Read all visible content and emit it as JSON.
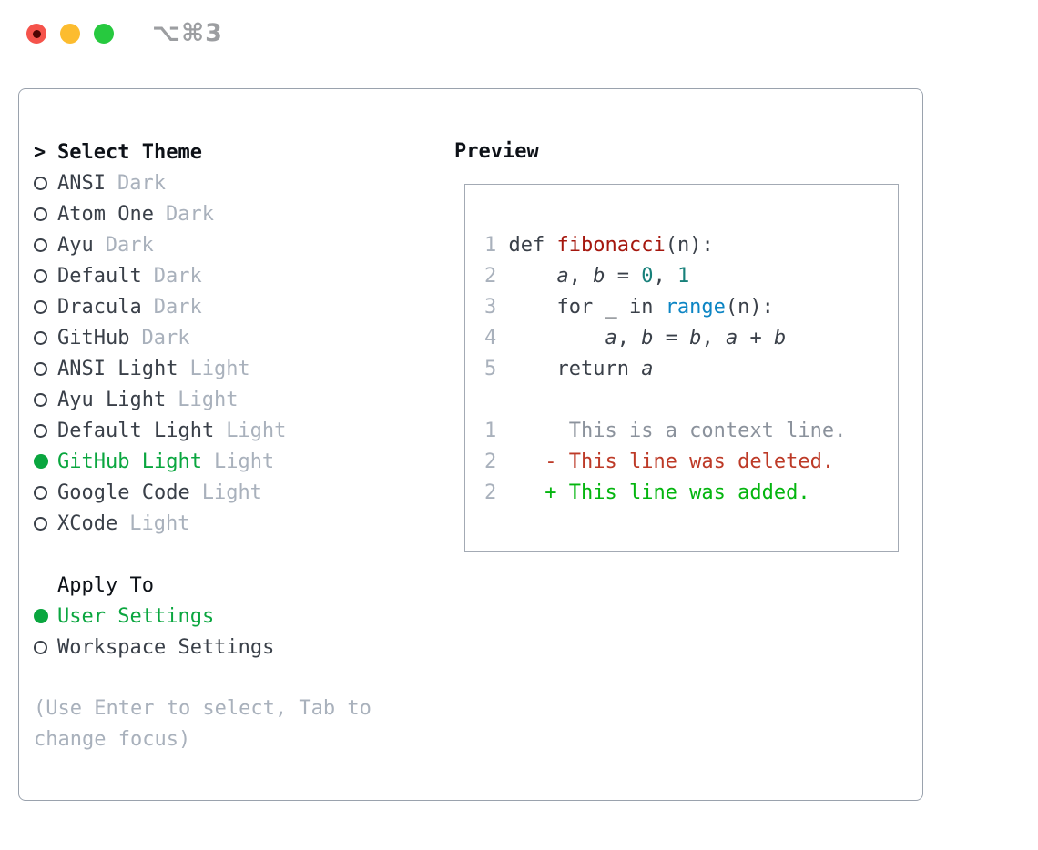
{
  "window": {
    "title": "⌥⌘3",
    "traffic_lights": [
      {
        "icon": "close-circle",
        "color": "#f5534b"
      },
      {
        "icon": "minimize-circle",
        "color": "#fcbc2f"
      },
      {
        "icon": "maximize-circle",
        "color": "#27c93f"
      }
    ]
  },
  "theme_panel": {
    "header_prefix": ">",
    "header_label": "Select Theme",
    "themes": [
      {
        "name": "ANSI",
        "tag": "Dark",
        "selected": false
      },
      {
        "name": "Atom One",
        "tag": "Dark",
        "selected": false
      },
      {
        "name": "Ayu",
        "tag": "Dark",
        "selected": false
      },
      {
        "name": "Default",
        "tag": "Dark",
        "selected": false
      },
      {
        "name": "Dracula",
        "tag": "Dark",
        "selected": false
      },
      {
        "name": "GitHub",
        "tag": "Dark",
        "selected": false
      },
      {
        "name": "ANSI Light",
        "tag": "Light",
        "selected": false
      },
      {
        "name": "Ayu Light",
        "tag": "Light",
        "selected": false
      },
      {
        "name": "Default Light",
        "tag": "Light",
        "selected": false
      },
      {
        "name": "GitHub Light",
        "tag": "Light",
        "selected": true
      },
      {
        "name": "Google Code",
        "tag": "Light",
        "selected": false
      },
      {
        "name": "XCode",
        "tag": "Light",
        "selected": false
      }
    ],
    "apply_to_label": "Apply To",
    "apply_options": [
      {
        "name": "User Settings",
        "selected": true
      },
      {
        "name": "Workspace Settings",
        "selected": false
      }
    ],
    "hint_lines": [
      "(Use Enter to select, Tab to",
      "change focus)"
    ]
  },
  "preview": {
    "label": "Preview",
    "code_lines": [
      {
        "num": "1",
        "segments": [
          {
            "t": "def ",
            "c": "plain"
          },
          {
            "t": "fibonacci",
            "c": "func"
          },
          {
            "t": "(n):",
            "c": "plain"
          }
        ]
      },
      {
        "num": "2",
        "segments": [
          {
            "t": "    ",
            "c": "plain"
          },
          {
            "t": "a",
            "c": "var"
          },
          {
            "t": ", ",
            "c": "plain"
          },
          {
            "t": "b",
            "c": "var"
          },
          {
            "t": " = ",
            "c": "plain"
          },
          {
            "t": "0",
            "c": "lit"
          },
          {
            "t": ", ",
            "c": "plain"
          },
          {
            "t": "1",
            "c": "lit"
          }
        ]
      },
      {
        "num": "3",
        "segments": [
          {
            "t": "    for _ in ",
            "c": "plain"
          },
          {
            "t": "range",
            "c": "builtin"
          },
          {
            "t": "(n):",
            "c": "plain"
          }
        ]
      },
      {
        "num": "4",
        "segments": [
          {
            "t": "        ",
            "c": "plain"
          },
          {
            "t": "a",
            "c": "var"
          },
          {
            "t": ", ",
            "c": "plain"
          },
          {
            "t": "b",
            "c": "var"
          },
          {
            "t": " = ",
            "c": "plain"
          },
          {
            "t": "b",
            "c": "var"
          },
          {
            "t": ", ",
            "c": "plain"
          },
          {
            "t": "a",
            "c": "var"
          },
          {
            "t": " + ",
            "c": "plain"
          },
          {
            "t": "b",
            "c": "var"
          }
        ]
      },
      {
        "num": "5",
        "segments": [
          {
            "t": "    return ",
            "c": "plain"
          },
          {
            "t": "a",
            "c": "var"
          }
        ]
      },
      {
        "num": "",
        "segments": []
      },
      {
        "num": "1",
        "segments": [
          {
            "t": "     This is a context line.",
            "c": "context"
          }
        ]
      },
      {
        "num": "2",
        "segments": [
          {
            "t": "   - This line was deleted.",
            "c": "deleted"
          }
        ]
      },
      {
        "num": "2",
        "segments": [
          {
            "t": "   + This line was added.",
            "c": "added"
          }
        ]
      }
    ]
  },
  "colors": {
    "selection_green": "#0aa63f",
    "panel_border": "#9aa2ad",
    "preview_border": "#a3aab4",
    "text_dark": "#3a4049",
    "text_black": "#0d1117",
    "text_muted": "#a9b1bc",
    "titlebar_text": "#9c9ea1",
    "code_function_red": "#a5170e",
    "code_literal_teal": "#17807a",
    "code_builtin_blue": "#0c85c4",
    "diff_context_gray": "#8b929c",
    "diff_deleted_red": "#bd3a27",
    "diff_added_green": "#04b50f",
    "traffic_red": "#f5534b",
    "traffic_yellow": "#fcbc2f",
    "traffic_green": "#27c93f"
  }
}
